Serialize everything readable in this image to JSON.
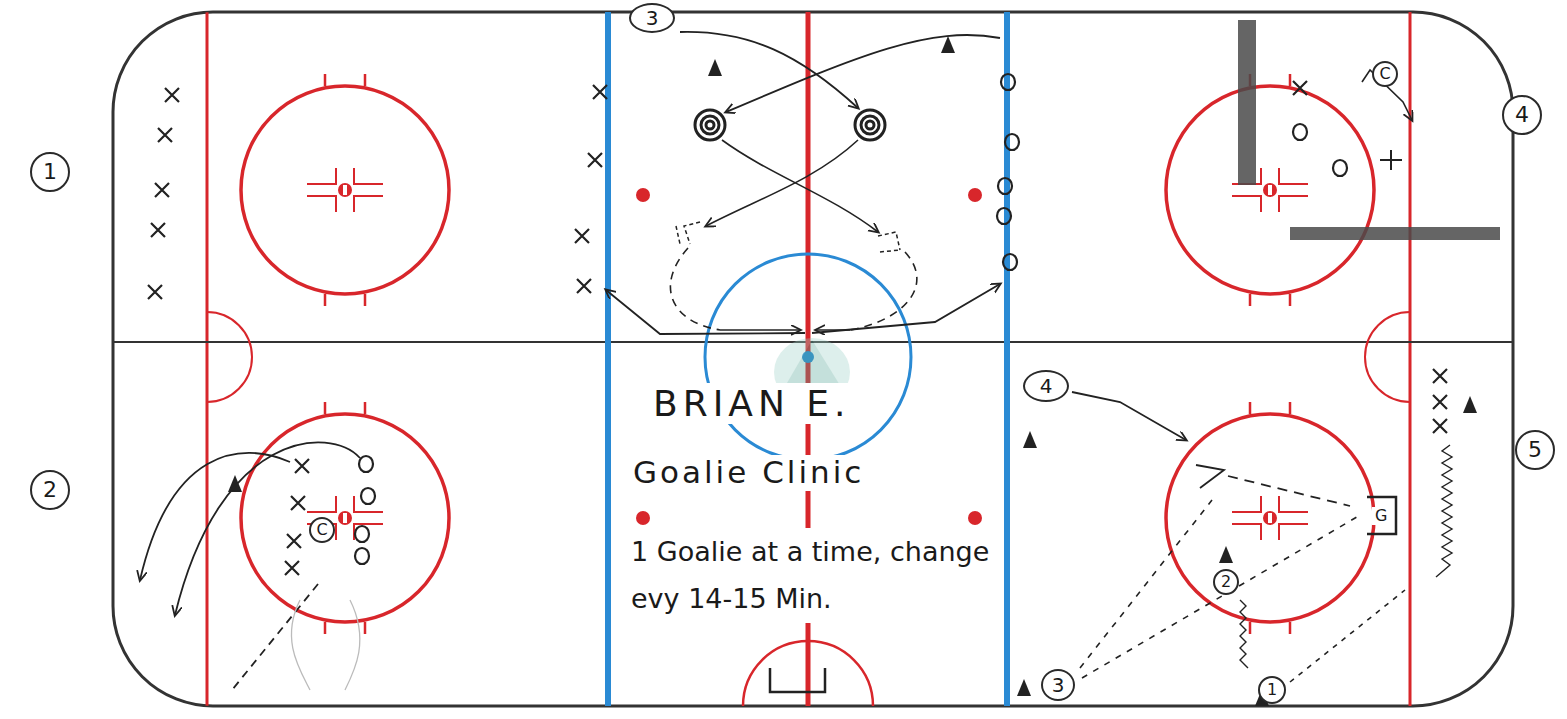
{
  "diagram": {
    "title": "Goalie Clinic",
    "labels": [
      "1",
      "2",
      "3",
      "4",
      "5",
      "C",
      "C",
      "4",
      "3",
      "2",
      "1",
      "G",
      "BRIAN E.",
      "1 Goalie at a time, change evy 14-15 Min."
    ]
  }
}
